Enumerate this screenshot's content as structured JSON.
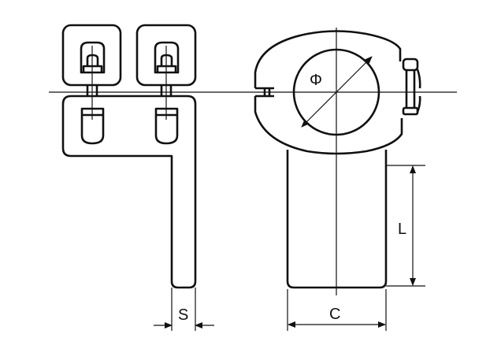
{
  "drawing": {
    "labels": {
      "diameter": "Φ",
      "length": "L",
      "thickness": "S",
      "width": "C"
    },
    "line_color": "#111111",
    "background": "#ffffff"
  }
}
